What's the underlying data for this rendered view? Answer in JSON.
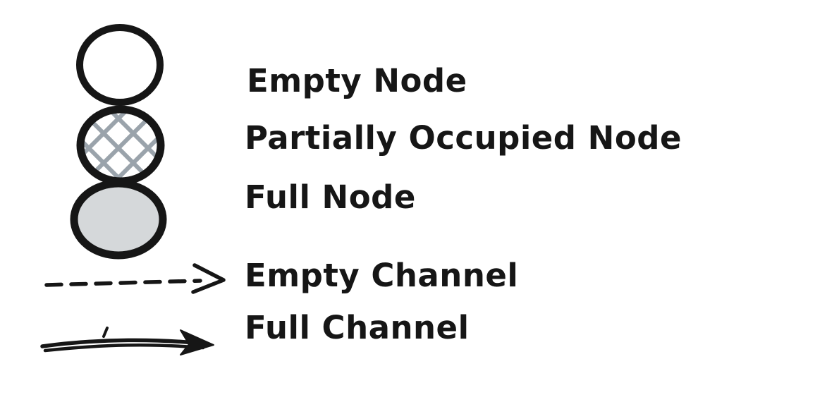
{
  "colors": {
    "ink": "#161616",
    "hatch": "#9aa3ab",
    "full_fill": "#d5d8da",
    "empty_fill": "#ffffff",
    "background": "#ffffff"
  },
  "legend": {
    "items": [
      {
        "symbol": "empty-node-circle",
        "label": "Empty Node"
      },
      {
        "symbol": "partial-node-circle",
        "label": "Partially Occupied Node"
      },
      {
        "symbol": "full-node-circle",
        "label": "Full Node"
      },
      {
        "symbol": "dashed-arrow",
        "label": "Empty Channel"
      },
      {
        "symbol": "solid-arrow",
        "label": "Full Channel"
      }
    ]
  }
}
